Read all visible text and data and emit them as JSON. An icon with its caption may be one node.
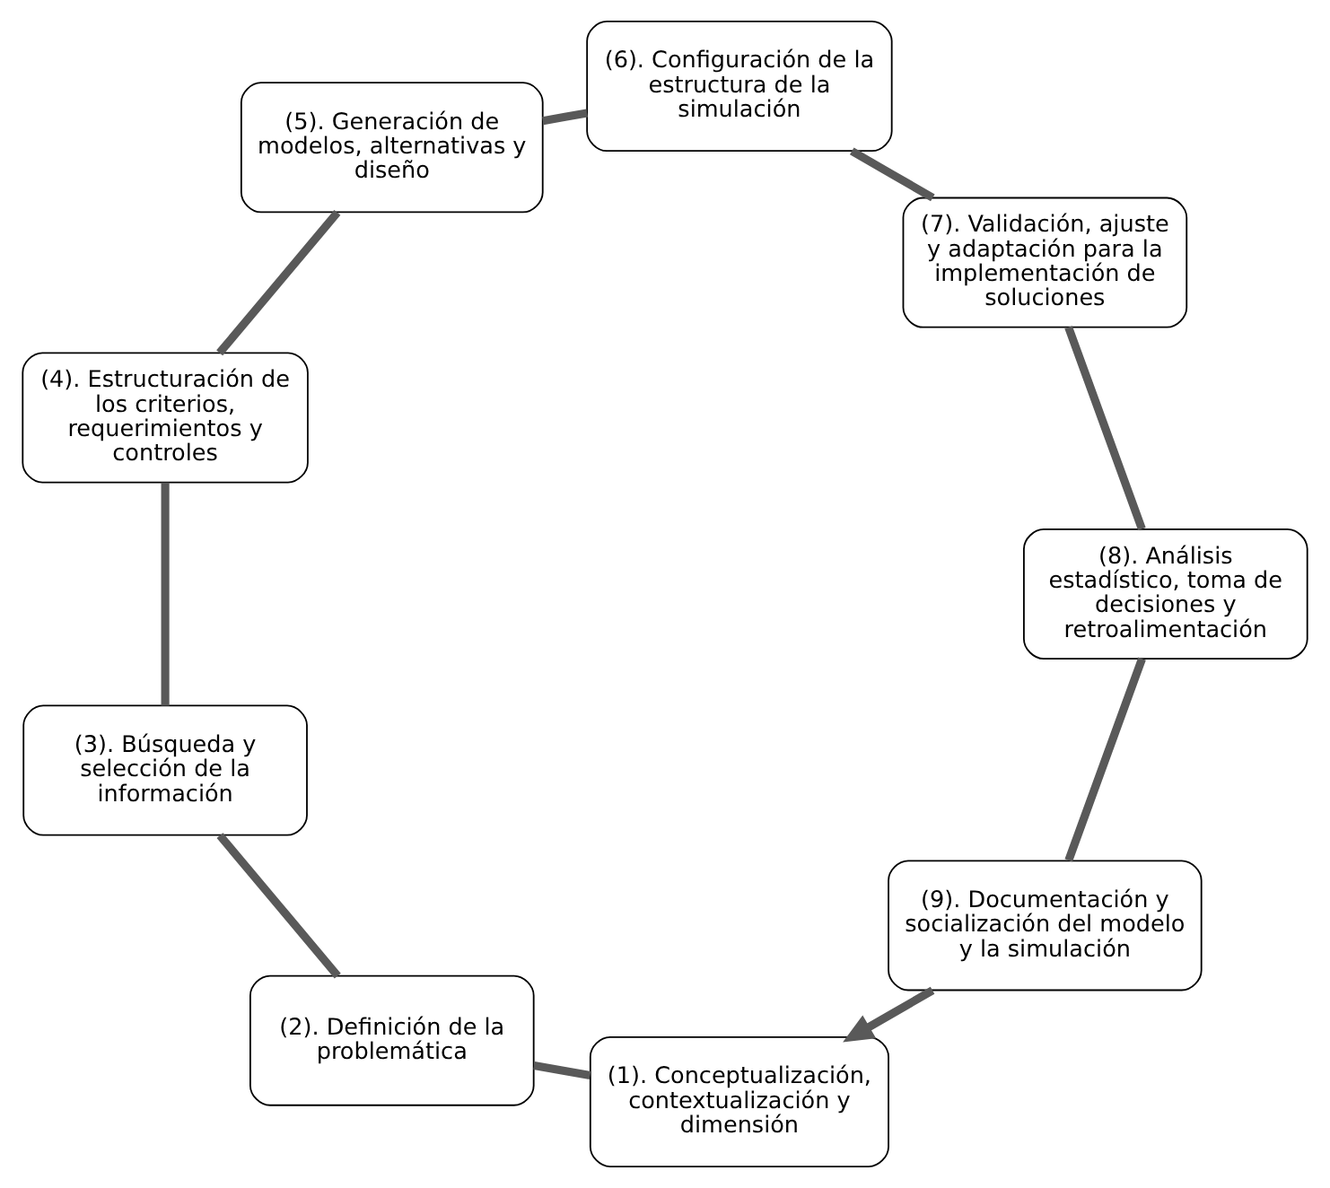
{
  "diagram": {
    "nodes": [
      {
        "text": [
          "(1). Conceptualización, contextualización y dimensión"
        ]
      },
      {
        "text": [
          "(2). Definición de la problemática"
        ]
      },
      {
        "text": [
          "(3). Búsqueda y selección de la información"
        ]
      },
      {
        "text": [
          "(4). Estructuración de los criterios, requerimientos y controles"
        ]
      },
      {
        "text": [
          "(5). Generación de modelos, alternativas y diseño"
        ]
      },
      {
        "text": [
          "(6). Configuración de la estructura de la simulación"
        ]
      },
      {
        "text": [
          "(7). Validación, ajuste y adaptación para la implementación de soluciones"
        ]
      },
      {
        "text": [
          "(8). Análisis estadístico, toma de decisiones y retroalimentación"
        ]
      },
      {
        "text": [
          "(9). Documentación y socialización del modelo y la simulación"
        ]
      }
    ],
    "edges": [
      {
        "from": 0,
        "to": 1,
        "arrow": "none"
      },
      {
        "from": 1,
        "to": 2,
        "arrow": "none"
      },
      {
        "from": 2,
        "to": 3,
        "arrow": "none"
      },
      {
        "from": 3,
        "to": 4,
        "arrow": "none"
      },
      {
        "from": 4,
        "to": 5,
        "arrow": "none"
      },
      {
        "from": 5,
        "to": 6,
        "arrow": "none"
      },
      {
        "from": 6,
        "to": 7,
        "arrow": "none"
      },
      {
        "from": 7,
        "to": 8,
        "arrow": "none"
      },
      {
        "from": 8,
        "to": 0,
        "arrow": "to"
      }
    ]
  }
}
